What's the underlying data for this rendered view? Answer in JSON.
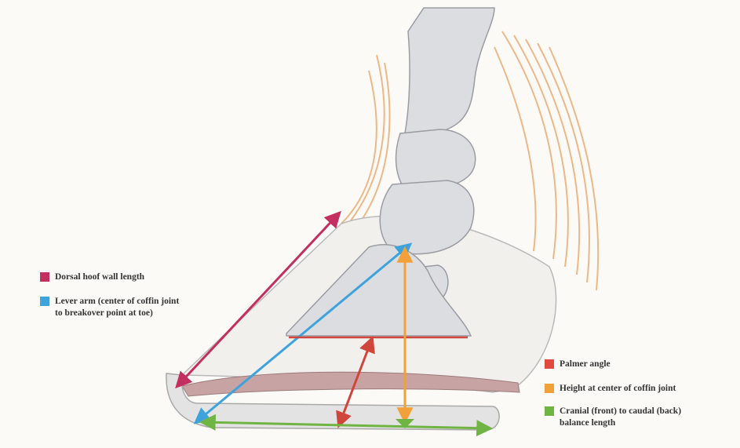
{
  "legend_left": [
    {
      "key": "dorsal",
      "label": "Dorsal hoof wall length",
      "color": "#c3305f"
    },
    {
      "key": "lever",
      "label": "Lever arm (center of coffin joint\nto breakover point at toe)",
      "color": "#3ea2dd"
    }
  ],
  "legend_right": [
    {
      "key": "palmer",
      "label": "Palmer angle",
      "color": "#e0493d"
    },
    {
      "key": "height",
      "label": "Height at center of coffin joint",
      "color": "#f2a03a"
    },
    {
      "key": "balance",
      "label": "Cranial (front) to caudal (back)\nbalance length",
      "color": "#70b444"
    }
  ],
  "illustration": {
    "subject": "equine hoof and lower limb anatomy",
    "bone_color": "#dcdde0",
    "hair_color": "#e9a264",
    "sole_color": "#c7a3a3"
  }
}
